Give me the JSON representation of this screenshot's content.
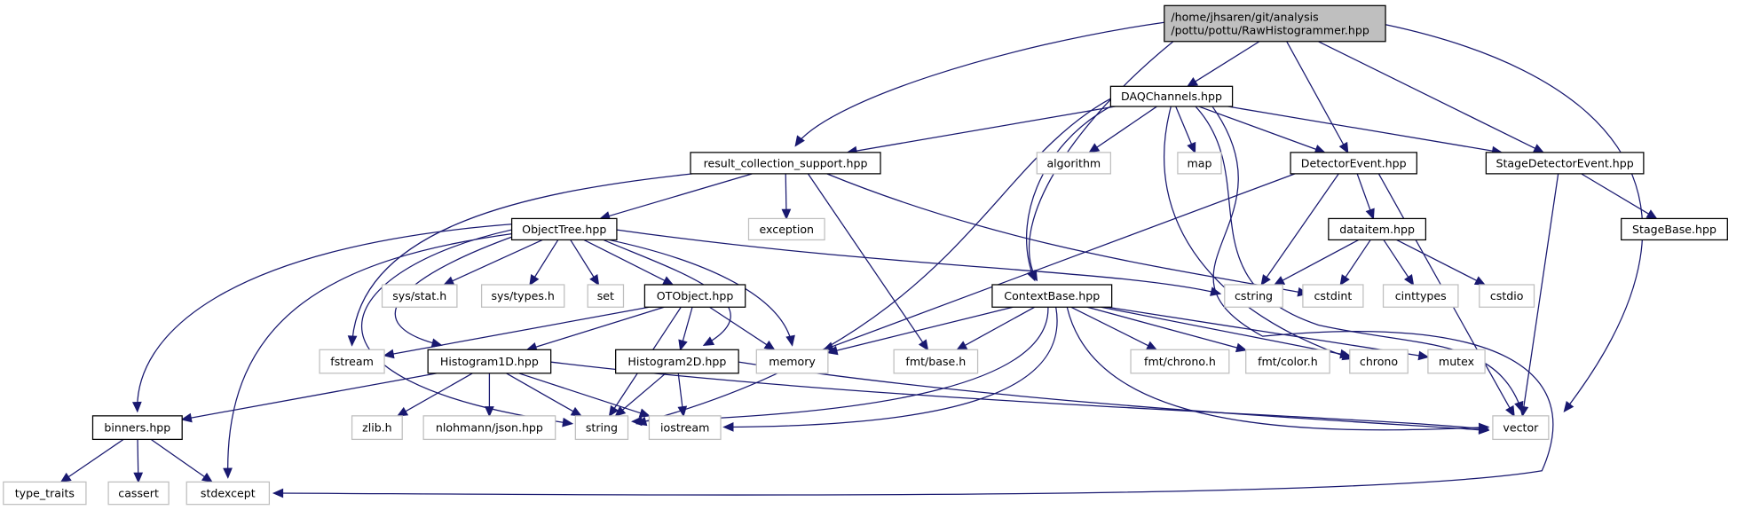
{
  "graph": {
    "title": "Include dependency graph for RawHistogrammer.hpp",
    "colors": {
      "edge": "#191970",
      "root_fill": "#bfbfbf",
      "internal_border": "#000000",
      "external_border": "#bfbfbf"
    },
    "nodes": [
      {
        "id": "root",
        "kind": "root",
        "label": [
          "/home/jhsaren/git/analysis",
          "/pottu/pottu/RawHistogrammer.hpp"
        ]
      },
      {
        "id": "daq",
        "kind": "internal",
        "label": [
          "DAQChannels.hpp"
        ]
      },
      {
        "id": "rcs",
        "kind": "internal",
        "label": [
          "result_collection_support.hpp"
        ]
      },
      {
        "id": "algorithm",
        "kind": "external",
        "label": [
          "algorithm"
        ]
      },
      {
        "id": "map",
        "kind": "external",
        "label": [
          "map"
        ]
      },
      {
        "id": "detev",
        "kind": "internal",
        "label": [
          "DetectorEvent.hpp"
        ]
      },
      {
        "id": "stagedet",
        "kind": "internal",
        "label": [
          "StageDetectorEvent.hpp"
        ]
      },
      {
        "id": "objtree",
        "kind": "internal",
        "label": [
          "ObjectTree.hpp"
        ]
      },
      {
        "id": "exception",
        "kind": "external",
        "label": [
          "exception"
        ]
      },
      {
        "id": "dataitem",
        "kind": "internal",
        "label": [
          "dataitem.hpp"
        ]
      },
      {
        "id": "stagebase",
        "kind": "internal",
        "label": [
          "StageBase.hpp"
        ]
      },
      {
        "id": "sysstat",
        "kind": "external",
        "label": [
          "sys/stat.h"
        ]
      },
      {
        "id": "systypes",
        "kind": "external",
        "label": [
          "sys/types.h"
        ]
      },
      {
        "id": "set",
        "kind": "external",
        "label": [
          "set"
        ]
      },
      {
        "id": "otobject",
        "kind": "internal",
        "label": [
          "OTObject.hpp"
        ]
      },
      {
        "id": "ctxbase",
        "kind": "internal",
        "label": [
          "ContextBase.hpp"
        ]
      },
      {
        "id": "cstring",
        "kind": "external",
        "label": [
          "cstring"
        ]
      },
      {
        "id": "cstdint",
        "kind": "external",
        "label": [
          "cstdint"
        ]
      },
      {
        "id": "cinttypes",
        "kind": "external",
        "label": [
          "cinttypes"
        ]
      },
      {
        "id": "cstdio",
        "kind": "external",
        "label": [
          "cstdio"
        ]
      },
      {
        "id": "fstream",
        "kind": "external",
        "label": [
          "fstream"
        ]
      },
      {
        "id": "hist1d",
        "kind": "internal",
        "label": [
          "Histogram1D.hpp"
        ]
      },
      {
        "id": "hist2d",
        "kind": "internal",
        "label": [
          "Histogram2D.hpp"
        ]
      },
      {
        "id": "memory",
        "kind": "external",
        "label": [
          "memory"
        ]
      },
      {
        "id": "fmtbase",
        "kind": "external",
        "label": [
          "fmt/base.h"
        ]
      },
      {
        "id": "fmtchrono",
        "kind": "external",
        "label": [
          "fmt/chrono.h"
        ]
      },
      {
        "id": "fmtcolor",
        "kind": "external",
        "label": [
          "fmt/color.h"
        ]
      },
      {
        "id": "chrono",
        "kind": "external",
        "label": [
          "chrono"
        ]
      },
      {
        "id": "mutex",
        "kind": "external",
        "label": [
          "mutex"
        ]
      },
      {
        "id": "binners",
        "kind": "internal",
        "label": [
          "binners.hpp"
        ]
      },
      {
        "id": "zlib",
        "kind": "external",
        "label": [
          "zlib.h"
        ]
      },
      {
        "id": "json",
        "kind": "external",
        "label": [
          "nlohmann/json.hpp"
        ]
      },
      {
        "id": "string",
        "kind": "external",
        "label": [
          "string"
        ]
      },
      {
        "id": "iostream",
        "kind": "external",
        "label": [
          "iostream"
        ]
      },
      {
        "id": "vector",
        "kind": "external",
        "label": [
          "vector"
        ]
      },
      {
        "id": "typetraits",
        "kind": "external",
        "label": [
          "type_traits"
        ]
      },
      {
        "id": "cassert",
        "kind": "external",
        "label": [
          "cassert"
        ]
      },
      {
        "id": "stdexcept",
        "kind": "external",
        "label": [
          "stdexcept"
        ]
      }
    ],
    "edges": [
      [
        "root",
        "rcs"
      ],
      [
        "root",
        "daq"
      ],
      [
        "root",
        "ctxbase"
      ],
      [
        "root",
        "detev"
      ],
      [
        "root",
        "stagedet"
      ],
      [
        "root",
        "vector"
      ],
      [
        "daq",
        "rcs"
      ],
      [
        "daq",
        "algorithm"
      ],
      [
        "daq",
        "map"
      ],
      [
        "daq",
        "detev"
      ],
      [
        "daq",
        "stagedet"
      ],
      [
        "daq",
        "ctxbase"
      ],
      [
        "daq",
        "string"
      ],
      [
        "daq",
        "chrono"
      ],
      [
        "daq",
        "vector"
      ],
      [
        "daq",
        "stdexcept"
      ],
      [
        "rcs",
        "objtree"
      ],
      [
        "rcs",
        "exception"
      ],
      [
        "rcs",
        "fmtbase"
      ],
      [
        "rcs",
        "cstdint"
      ],
      [
        "rcs",
        "fstream"
      ],
      [
        "detev",
        "dataitem"
      ],
      [
        "detev",
        "memory"
      ],
      [
        "detev",
        "cstring"
      ],
      [
        "detev",
        "vector"
      ],
      [
        "stagedet",
        "stagebase"
      ],
      [
        "stagedet",
        "vector"
      ],
      [
        "dataitem",
        "cstring"
      ],
      [
        "dataitem",
        "cstdint"
      ],
      [
        "dataitem",
        "cinttypes"
      ],
      [
        "dataitem",
        "cstdio"
      ],
      [
        "objtree",
        "sysstat"
      ],
      [
        "objtree",
        "systypes"
      ],
      [
        "objtree",
        "set"
      ],
      [
        "objtree",
        "otobject"
      ],
      [
        "objtree",
        "hist1d"
      ],
      [
        "objtree",
        "hist2d"
      ],
      [
        "objtree",
        "memory"
      ],
      [
        "objtree",
        "cstring"
      ],
      [
        "objtree",
        "binners"
      ],
      [
        "objtree",
        "string"
      ],
      [
        "objtree",
        "stdexcept"
      ],
      [
        "otobject",
        "fstream"
      ],
      [
        "otobject",
        "hist1d"
      ],
      [
        "otobject",
        "hist2d"
      ],
      [
        "otobject",
        "memory"
      ],
      [
        "otobject",
        "string"
      ],
      [
        "ctxbase",
        "memory"
      ],
      [
        "ctxbase",
        "fmtbase"
      ],
      [
        "ctxbase",
        "fmtchrono"
      ],
      [
        "ctxbase",
        "fmtcolor"
      ],
      [
        "ctxbase",
        "chrono"
      ],
      [
        "ctxbase",
        "mutex"
      ],
      [
        "ctxbase",
        "string"
      ],
      [
        "ctxbase",
        "iostream"
      ],
      [
        "ctxbase",
        "vector"
      ],
      [
        "hist1d",
        "binners"
      ],
      [
        "hist1d",
        "zlib"
      ],
      [
        "hist1d",
        "json"
      ],
      [
        "hist1d",
        "string"
      ],
      [
        "hist1d",
        "iostream"
      ],
      [
        "hist1d",
        "vector"
      ],
      [
        "hist2d",
        "string"
      ],
      [
        "hist2d",
        "iostream"
      ],
      [
        "hist2d",
        "vector"
      ],
      [
        "binners",
        "typetraits"
      ],
      [
        "binners",
        "cassert"
      ],
      [
        "binners",
        "stdexcept"
      ]
    ]
  }
}
